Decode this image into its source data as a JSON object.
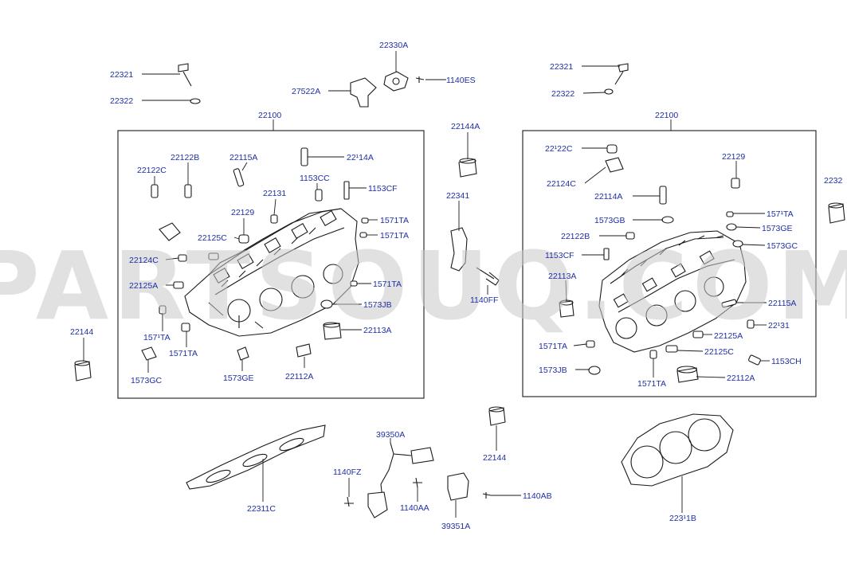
{
  "watermark": "PARTSOUQ.COM",
  "labels": {
    "l22321_left": "22321",
    "l22322_left": "22322",
    "l22330A": "22330A",
    "l27522A": "27522A",
    "l1140ES": "1140ES",
    "l22321_right": "22321",
    "l22322_right": "22322",
    "l22100_left": "22100",
    "l22100_right": "22100",
    "l22122B_left": "22122B",
    "l22115A_left": "22115A",
    "l22114A_left": "22¹14A",
    "l22122C_left": "22122C",
    "l1153CC": "1153CC",
    "l1153CF_left": "1153CF",
    "l22131_left": "22131",
    "l22129_left": "22129",
    "l1571TA_l1": "1571TA",
    "l1571TA_l2": "1571TA",
    "l22125C_left": "22125C",
    "l22124C_left": "22124C",
    "l22125A_left": "22125A",
    "l1571TA_l3": "1571TA",
    "l1573JB_left": "1573JB",
    "l1571TA_l4": "157¹TA",
    "l22113A_left": "22113A",
    "l1571TA_l5": "1571TA",
    "l1573GC_left": "1573GC",
    "l1573GE_left": "1573GE",
    "l22112A_left": "22112A",
    "l22144_left": "22144",
    "l22144A": "22144A",
    "l22341": "22341",
    "l1140FF": "1140FF",
    "l22122C_right": "22¹22C",
    "l22124C_right": "22124C",
    "l22114A_right": "22114A",
    "l1573GB": "1573GB",
    "l22122B_right": "22122B",
    "l1153CF_right": "1153CF",
    "l22113A_right": "22113A",
    "l1571TA_r1": "1571TA",
    "l1573JB_right": "1573JB",
    "l1571TA_r2": "1571TA",
    "l22129_right": "22129",
    "l1571TA_r3": "157¹TA",
    "l1573GE_right": "1573GE",
    "l1573GC_right": "1573GC",
    "l22115A_right": "22115A",
    "l22131_right": "22¹31",
    "l22125A_right": "22125A",
    "l22125C_right": "22125C",
    "l1153CH": "1153CH",
    "l22112A_right": "22112A",
    "l2232_edge": "2232",
    "l22311C": "22311C",
    "l39350A": "39350A",
    "l1140FZ": "1140FZ",
    "l1140AA": "1140AA",
    "l39351A": "39351A",
    "l1140AB": "1140AB",
    "l22144_center": "22144",
    "l22311B": "223¹1B"
  },
  "colors": {
    "label_text": "#1f2fa8",
    "line_art": "#1a1a1a",
    "watermark": "#c9c9c9",
    "background": "#ffffff"
  }
}
